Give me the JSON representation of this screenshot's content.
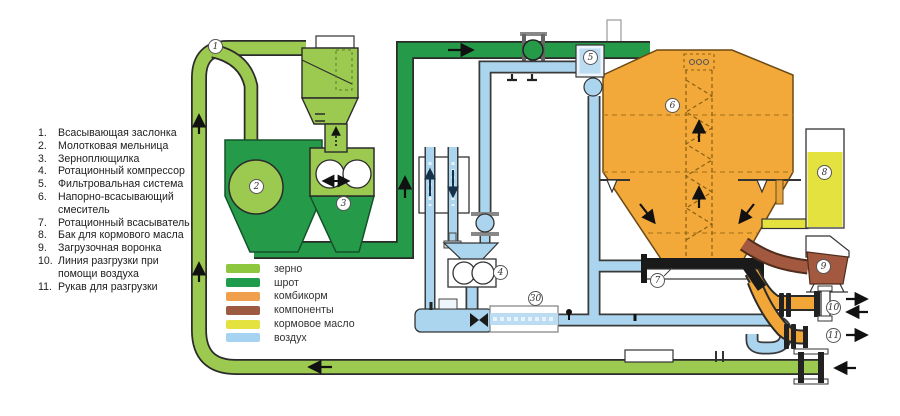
{
  "parts_list": {
    "items": [
      {
        "num": "1.",
        "text": "Всасывающая заслонка"
      },
      {
        "num": "2.",
        "text": "Молотковая мельница"
      },
      {
        "num": "3.",
        "text": "Зерноплющилка"
      },
      {
        "num": "4.",
        "text": "Ротационный компрессор"
      },
      {
        "num": "5.",
        "text": "Фильтровальная система"
      },
      {
        "num": "6.",
        "text": "Напорно-всасывающий смеситель"
      },
      {
        "num": "7.",
        "text": "Ротационный всасыватель"
      },
      {
        "num": "8.",
        "text": "Бак для кормового масла"
      },
      {
        "num": "9.",
        "text": "Загрузочная воронка"
      },
      {
        "num": "10.",
        "text": "Линия разгрузки при помощи воздуха"
      },
      {
        "num": "11.",
        "text": "Рукав для разгрузки"
      }
    ]
  },
  "legend": {
    "items": [
      {
        "label": "зерно",
        "color": "#8dc63f"
      },
      {
        "label": "шрот",
        "color": "#1f9c4b"
      },
      {
        "label": "комбикорм",
        "color": "#f0a04d"
      },
      {
        "label": "компоненты",
        "color": "#9c5a41"
      },
      {
        "label": "кормовое масло",
        "color": "#e4e23e"
      },
      {
        "label": "воздух",
        "color": "#a5d3f1"
      }
    ]
  },
  "diagram": {
    "labels": {
      "l1": "1",
      "l2": "2",
      "l3": "3",
      "l4": "4",
      "l5": "5",
      "l6": "6",
      "l7": "7",
      "l8": "8",
      "l9": "9",
      "l10": "10",
      "l11": "11",
      "l30": "30"
    }
  }
}
